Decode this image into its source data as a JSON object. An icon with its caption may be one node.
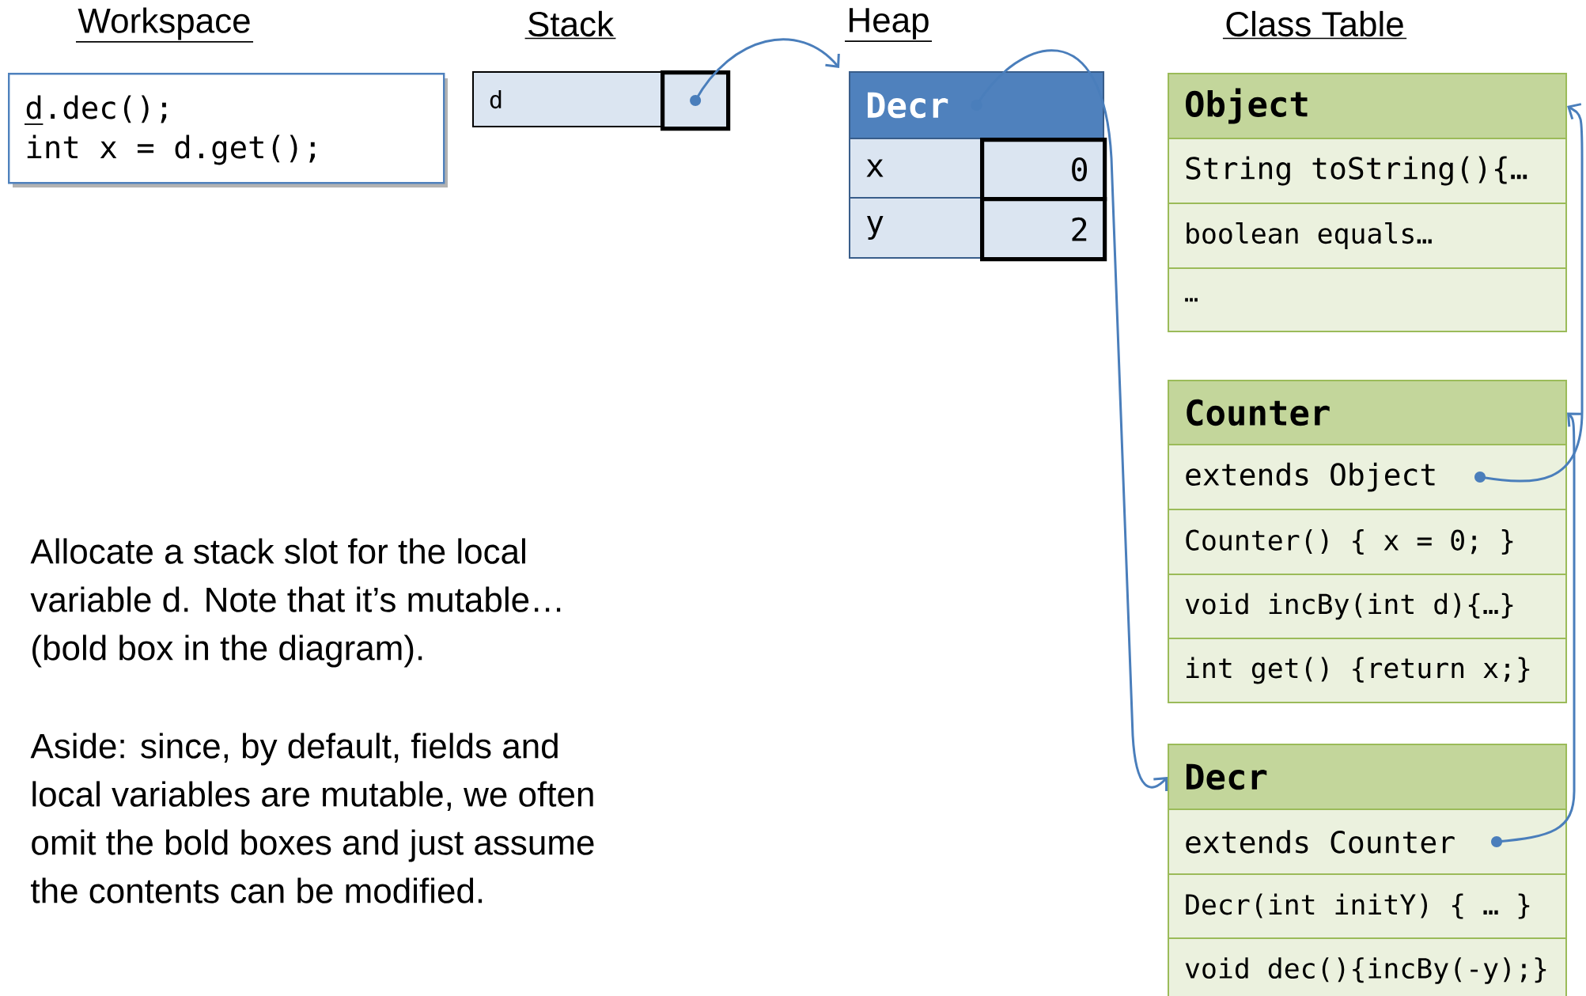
{
  "diagram": {
    "nodes": [
      {
        "text": [
          "d.dec();",
          "int x = d.get();"
        ]
      },
      {
        "text": [
          "d"
        ]
      },
      {
        "text": [],
        "shape": "box"
      },
      {
        "text": [
          "Decr"
        ]
      },
      {
        "text": [
          "x"
        ]
      },
      {
        "text": [
          "0"
        ]
      },
      {
        "text": [
          "y"
        ]
      },
      {
        "text": [
          "2"
        ]
      },
      {
        "text": [
          "Object"
        ]
      },
      {
        "text": [
          "String toString(){…"
        ]
      },
      {
        "text": [
          "boolean equals…"
        ]
      },
      {
        "text": [
          "…"
        ]
      },
      {
        "text": [
          "Counter"
        ]
      },
      {
        "text": [
          "extends Object"
        ]
      },
      {
        "text": [
          "Counter() { x = 0; }"
        ]
      },
      {
        "text": [
          "void incBy(int d){…}"
        ]
      },
      {
        "text": [
          "int get() {return x;}"
        ]
      },
      {
        "text": [
          "Decr"
        ]
      },
      {
        "text": [
          "extends Counter"
        ]
      },
      {
        "text": [
          "Decr(int initY) { … }"
        ]
      },
      {
        "text": [
          "void dec(){incBy(-y);}"
        ]
      }
    ],
    "edges": [
      {
        "from": 2,
        "to": 3,
        "arrow": "to"
      },
      {
        "from": 3,
        "to": 17,
        "arrow": "to"
      },
      {
        "from": 13,
        "to": 8,
        "arrow": "to"
      },
      {
        "from": 18,
        "to": 12,
        "arrow": "to"
      }
    ],
    "labels": [
      "Workspace",
      "Stack",
      "Heap",
      "Class Table",
      "Allocate a stack slot for the local variable d. Note that it’s mutable… (bold box in the diagram).",
      "Aside: since, by default, fields and local variables are mutable, we often omit the bold boxes and just assume the contents can be modified."
    ]
  }
}
